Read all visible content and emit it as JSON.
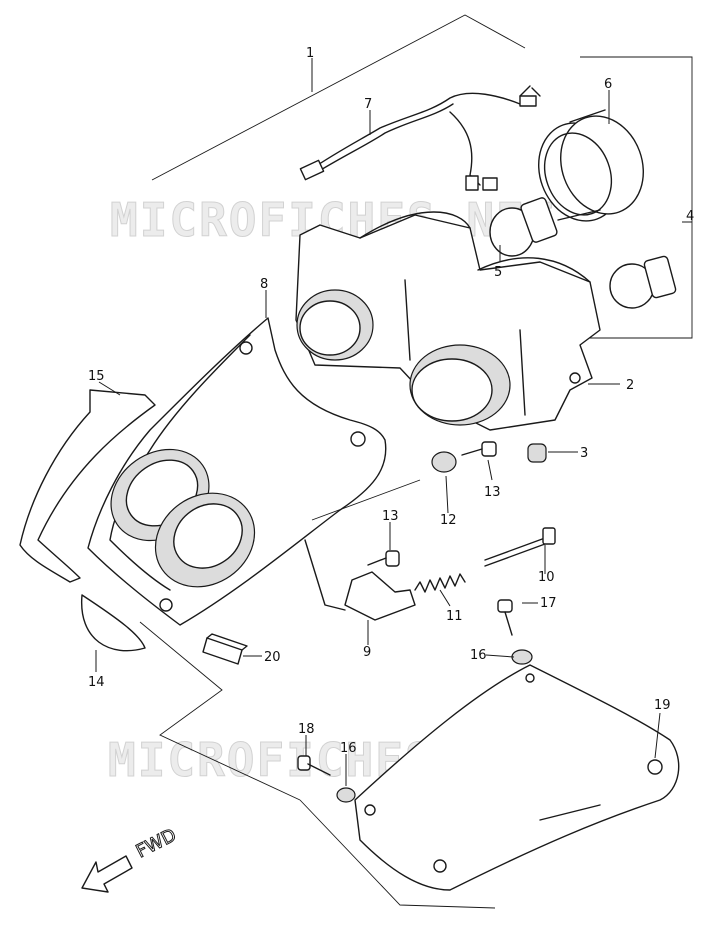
{
  "watermark": "MICROFICHES.NET",
  "direction_label": "FWD",
  "part_numbers": {
    "p1": "1",
    "p2": "2",
    "p3": "3",
    "p4": "4",
    "p5": "5",
    "p6": "6",
    "p7": "7",
    "p8": "8",
    "p9": "9",
    "p10": "10",
    "p11": "11",
    "p12": "12",
    "p13a": "13",
    "p13b": "13",
    "p14": "14",
    "p15": "15",
    "p16a": "16",
    "p16b": "16",
    "p17": "17",
    "p18": "18",
    "p19": "19",
    "p20": "20"
  }
}
